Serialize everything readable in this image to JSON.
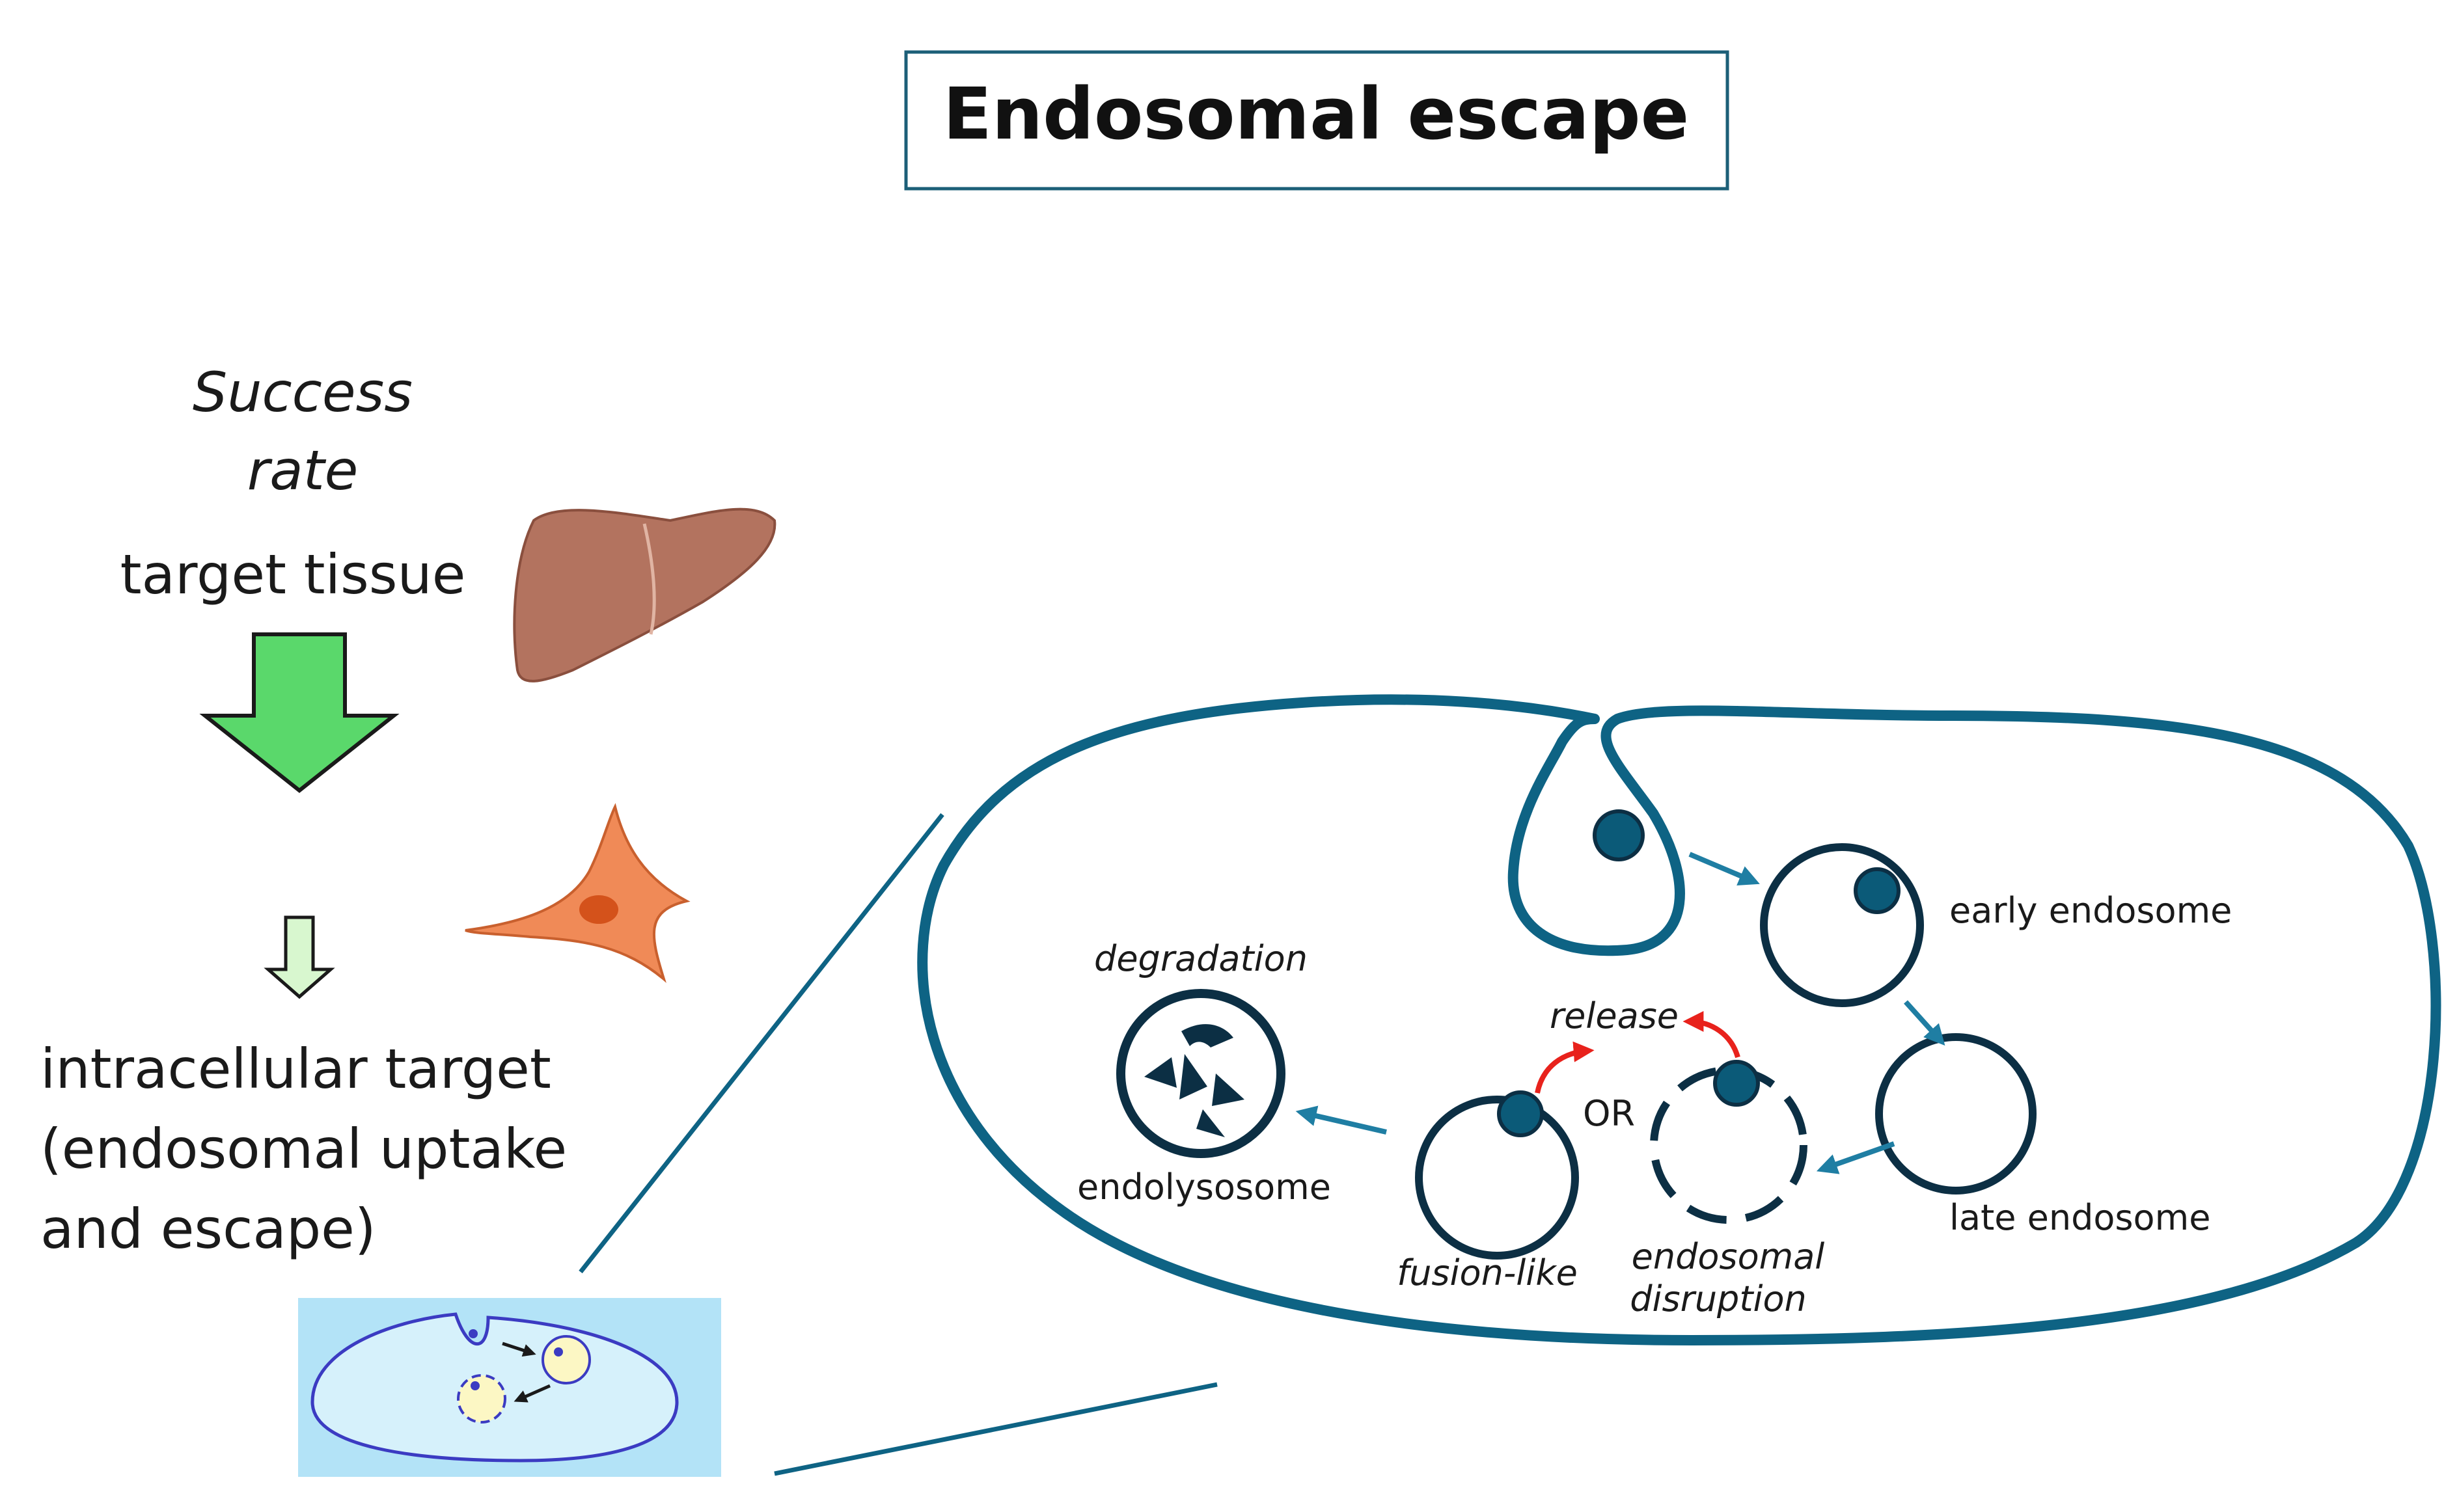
{
  "title": "Endosomal escape",
  "left_panel": {
    "success_rate_line1": "Success",
    "success_rate_line2": "rate",
    "target_tissue": "target tissue",
    "intracellular_line1": "intracellular target",
    "intracellular_line2": "(endosomal uptake",
    "intracellular_line3": "and escape)"
  },
  "cell_diagram": {
    "early_endosome": "early endosome",
    "late_endosome": "late endosome",
    "release": "release",
    "or": "OR",
    "fusion_like": "fusion-like",
    "endosomal_disruption_line1": "endosomal",
    "endosomal_disruption_line2": "disruption",
    "degradation": "degradation",
    "endolysosome": "endolysosome"
  },
  "colors": {
    "membrane": "#0e6384",
    "endosome": "#0c2f44",
    "cargo": "#0b5a78",
    "arrow_blue": "#1f7ea3",
    "release_arrow": "#e8221c",
    "big_arrow": "#5ad86b",
    "small_arrow": "#d8f7cf",
    "liver": "#b3735f",
    "cell": "#f08a57",
    "inset_bg": "#b3e3f7"
  }
}
